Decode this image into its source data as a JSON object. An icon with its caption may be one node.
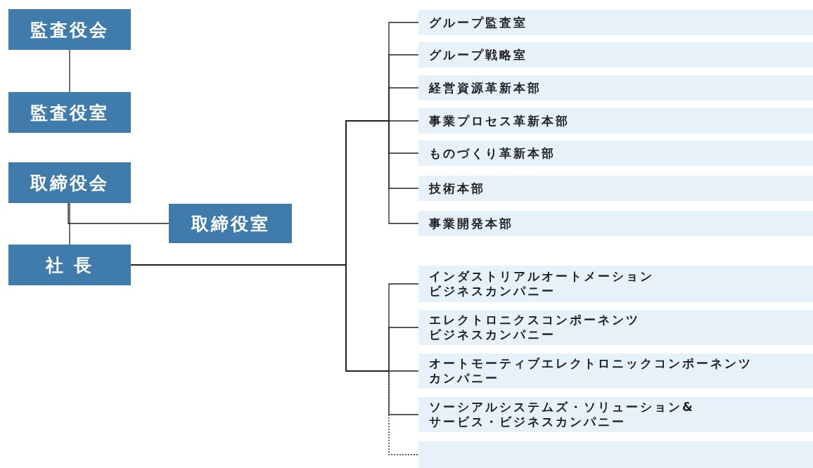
{
  "diagram": {
    "nodes": [
      {
        "text": [
          "監査役会"
        ]
      },
      {
        "text": [
          "監査役室"
        ]
      },
      {
        "text": [
          "取締役会"
        ]
      },
      {
        "text": [
          "取締役室"
        ]
      },
      {
        "text": [
          "社 長"
        ]
      },
      {
        "text": [
          "グループ監査室"
        ]
      },
      {
        "text": [
          "グループ戦略室"
        ]
      },
      {
        "text": [
          "経営資源革新本部"
        ]
      },
      {
        "text": [
          "事業プロセス革新本部"
        ]
      },
      {
        "text": [
          "ものづくり革新本部"
        ]
      },
      {
        "text": [
          "技術本部"
        ]
      },
      {
        "text": [
          "事業開発本部"
        ]
      },
      {
        "text": [
          "インダストリアルオートメーションビジネスカンパニー"
        ]
      },
      {
        "text": [
          "エレクトロニクスコンポーネンツビジネスカンパニー"
        ]
      },
      {
        "text": [
          "オートモーティブエレクトロニックコンポーネンツカンパニー"
        ]
      },
      {
        "text": [
          "ソーシアルシステムズ・ソリューション&サービス・ビジネスカンパニー"
        ]
      },
      {
        "text": [],
        "shape": "bar"
      }
    ],
    "edges": [
      {
        "from": 0,
        "to": 1,
        "arrow": "none"
      },
      {
        "from": 2,
        "to": 4,
        "arrow": "none"
      },
      {
        "from": 2,
        "to": 3,
        "arrow": "none"
      },
      {
        "from": 4,
        "to": 5,
        "arrow": "none"
      },
      {
        "from": 4,
        "to": 6,
        "arrow": "none"
      },
      {
        "from": 4,
        "to": 7,
        "arrow": "none"
      },
      {
        "from": 4,
        "to": 8,
        "arrow": "none"
      },
      {
        "from": 4,
        "to": 9,
        "arrow": "none"
      },
      {
        "from": 4,
        "to": 10,
        "arrow": "none"
      },
      {
        "from": 4,
        "to": 11,
        "arrow": "none"
      },
      {
        "from": 4,
        "to": 12,
        "arrow": "none"
      },
      {
        "from": 4,
        "to": 13,
        "arrow": "none"
      },
      {
        "from": 4,
        "to": 14,
        "arrow": "none"
      },
      {
        "from": 4,
        "to": 15,
        "arrow": "none"
      },
      {
        "from": 4,
        "to": 16,
        "arrow": "none",
        "style": "dashed"
      }
    ]
  }
}
